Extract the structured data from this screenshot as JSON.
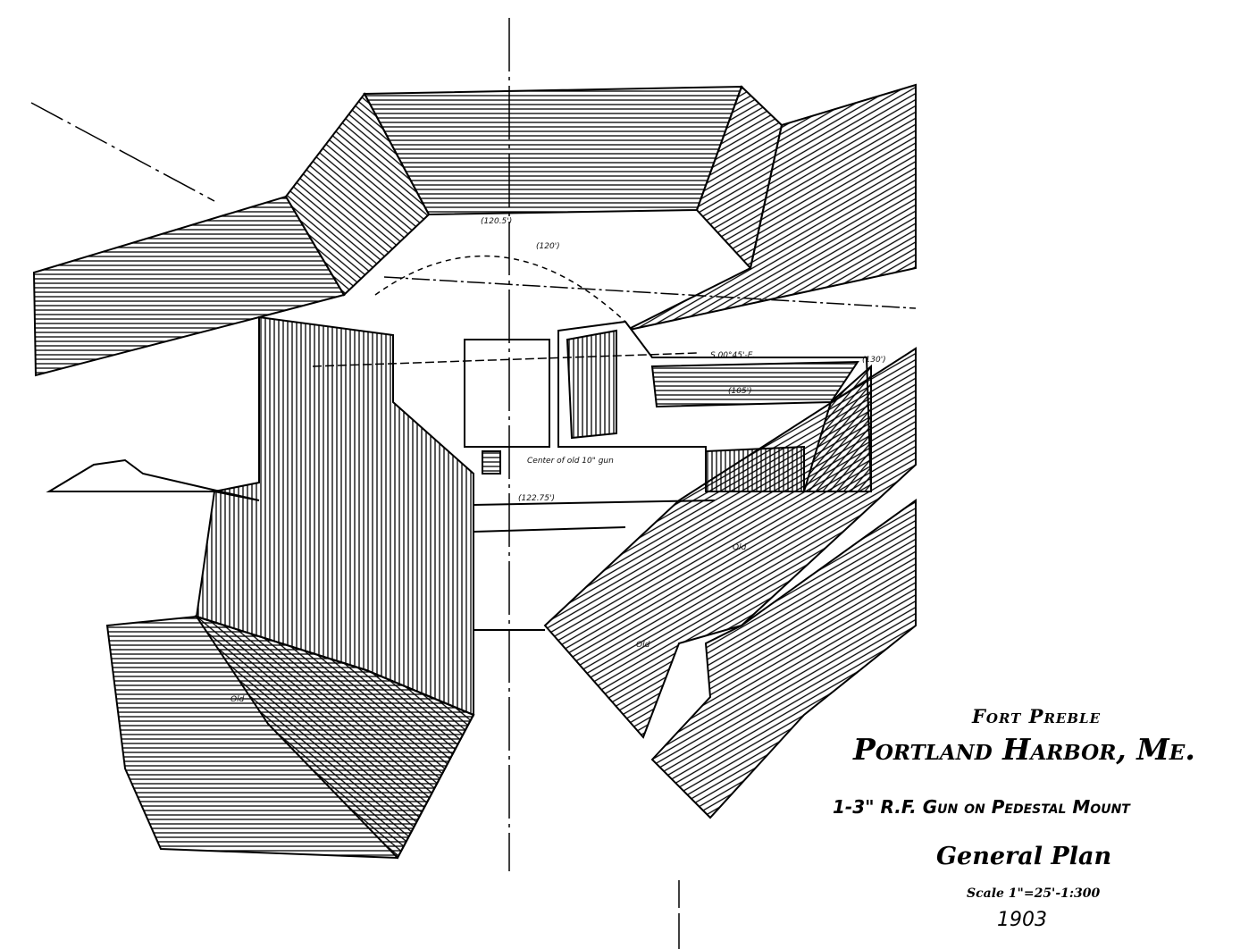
{
  "title_block": {
    "fort": "Fort Preble",
    "location": "Portland Harbor, Me.",
    "subject": "1-3\" R.F. Gun on Pedestal Mount",
    "sheet": "General Plan",
    "scale": "Scale 1\"=25'-1:300",
    "year": "1903"
  },
  "annotations": {
    "gun_center": "Center of old 10\" gun",
    "bearing": "S.00°45'-E.",
    "elev_1": "(120.5')",
    "elev_2": "(120')",
    "elev_3": "(105')",
    "elev_4": "(130')",
    "elev_5": "(122.75')",
    "old_1": "Old",
    "old_2": "Old",
    "old_3": "Old"
  }
}
